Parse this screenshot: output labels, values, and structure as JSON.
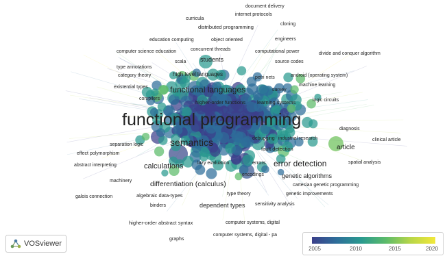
{
  "app": {
    "logo_text": "VOSviewer",
    "logo_icon": "vosviewer-logo-icon"
  },
  "legend": {
    "ticks": [
      "2005",
      "2010",
      "2015",
      "2020"
    ],
    "gradient_colors": [
      "#3b3f8a",
      "#2e6e9a",
      "#2a9a8f",
      "#5cbb6a",
      "#b8d648",
      "#f2e83a"
    ]
  },
  "network": {
    "center_color": "#2f6f8f",
    "terms": [
      {
        "text": "document delivery",
        "size": 7
      },
      {
        "text": "internet protocols",
        "size": 7
      },
      {
        "text": "curricula",
        "size": 7
      },
      {
        "text": "distributed programming",
        "size": 7.5
      },
      {
        "text": "cloning",
        "size": 7
      },
      {
        "text": "education computing",
        "size": 7
      },
      {
        "text": "object oriented",
        "size": 7
      },
      {
        "text": "engineers",
        "size": 7
      },
      {
        "text": "computer science education",
        "size": 7
      },
      {
        "text": "concurrent threads",
        "size": 7
      },
      {
        "text": "computational power",
        "size": 7
      },
      {
        "text": "divide and conquer algorithm",
        "size": 7
      },
      {
        "text": "scala",
        "size": 7
      },
      {
        "text": "students",
        "size": 9
      },
      {
        "text": "source codes",
        "size": 7
      },
      {
        "text": "type annotations",
        "size": 7
      },
      {
        "text": "category theory",
        "size": 7
      },
      {
        "text": "high level languages",
        "size": 8
      },
      {
        "text": "petri nets",
        "size": 7
      },
      {
        "text": "android (operating system)",
        "size": 7
      },
      {
        "text": "existential types",
        "size": 7
      },
      {
        "text": "functional languages",
        "size": 12
      },
      {
        "text": "survey",
        "size": 7
      },
      {
        "text": "machine learning",
        "size": 7
      },
      {
        "text": "compilers",
        "size": 7
      },
      {
        "text": "higher-order functions",
        "size": 7.5
      },
      {
        "text": "learning systems",
        "size": 7.5
      },
      {
        "text": "logic circuits",
        "size": 7
      },
      {
        "text": "functional programming",
        "size": 25
      },
      {
        "text": "diagnosis",
        "size": 7
      },
      {
        "text": "effect polymorphism",
        "size": 7
      },
      {
        "text": "separation logic",
        "size": 7
      },
      {
        "text": "semantics",
        "size": 14
      },
      {
        "text": "debugging",
        "size": 7
      },
      {
        "text": "industrial research",
        "size": 7
      },
      {
        "text": "article",
        "size": 10
      },
      {
        "text": "clinical article",
        "size": 7
      },
      {
        "text": "fault detection",
        "size": 7.5
      },
      {
        "text": "abstract interpreting",
        "size": 7
      },
      {
        "text": "calculations",
        "size": 11
      },
      {
        "text": "lazy evaluation",
        "size": 7
      },
      {
        "text": "errors",
        "size": 7.5
      },
      {
        "text": "error detection",
        "size": 12
      },
      {
        "text": "spatial analysis",
        "size": 7
      },
      {
        "text": "encodings",
        "size": 7
      },
      {
        "text": "genetic algorithms",
        "size": 9
      },
      {
        "text": "cartesian genetic programming",
        "size": 7
      },
      {
        "text": "machinery",
        "size": 7
      },
      {
        "text": "differentiation (calculus)",
        "size": 10.5
      },
      {
        "text": "type theory",
        "size": 7
      },
      {
        "text": "genetic improvements",
        "size": 7
      },
      {
        "text": "galois connection",
        "size": 7
      },
      {
        "text": "algebraic data-types",
        "size": 7.5
      },
      {
        "text": "binders",
        "size": 7
      },
      {
        "text": "dependent types",
        "size": 9
      },
      {
        "text": "sensitivity analysis",
        "size": 7
      },
      {
        "text": "higher-order abstract syntax",
        "size": 7.5
      },
      {
        "text": "computer systems, digital",
        "size": 7
      },
      {
        "text": "graphs",
        "size": 7
      },
      {
        "text": "computer systems, digital - pa",
        "size": 7
      }
    ]
  }
}
